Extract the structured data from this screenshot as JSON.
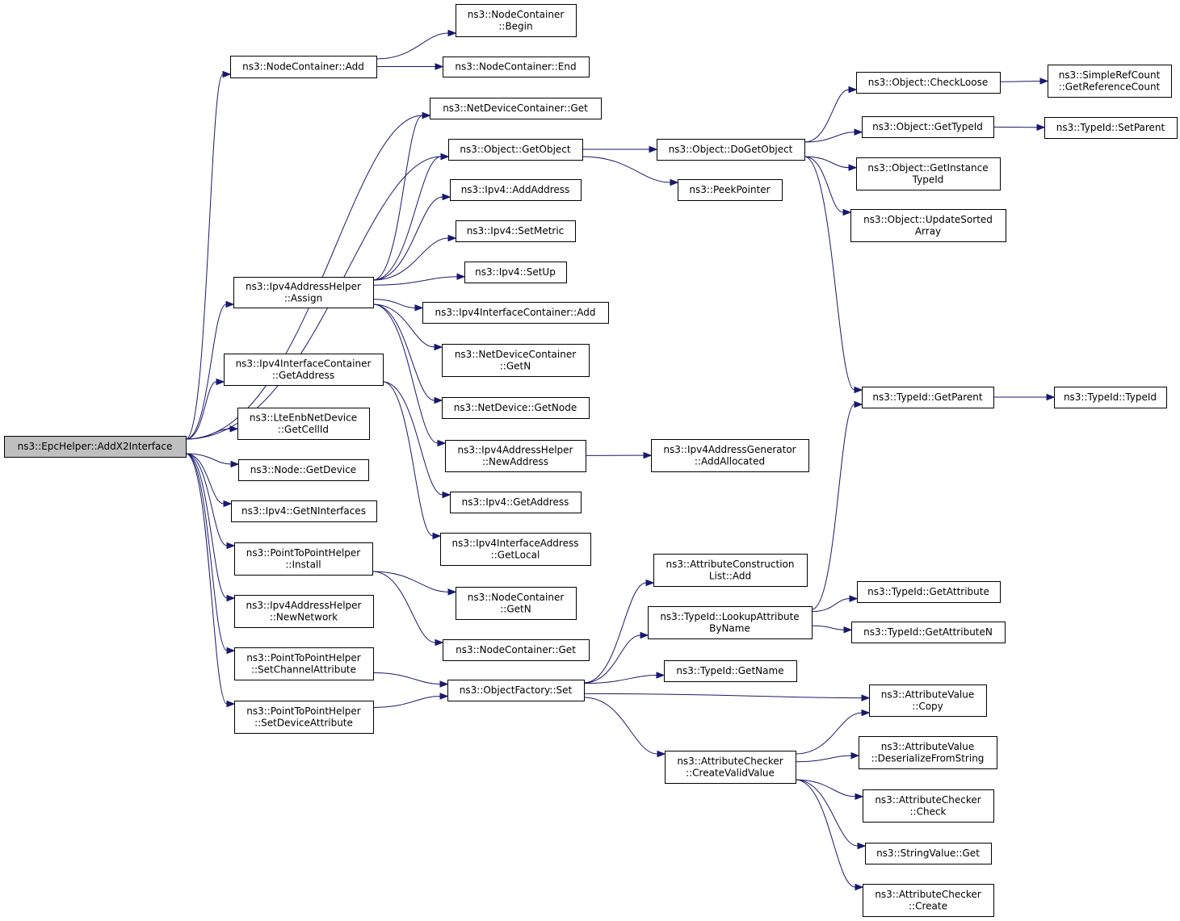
{
  "colors": {
    "edge": "#191970",
    "root_fill": "#bfbfbf",
    "node_fill": "#ffffff",
    "node_border": "#000000"
  },
  "nodes": {
    "root": [
      "ns3::EpcHelper::AddX2Interface"
    ],
    "nc_add": [
      "ns3::NodeContainer::Add"
    ],
    "nc_begin": [
      "ns3::NodeContainer",
      "::Begin"
    ],
    "nc_end": [
      "ns3::NodeContainer::End"
    ],
    "ndc_get": [
      "ns3::NetDeviceContainer::Get"
    ],
    "obj_getobject": [
      "ns3::Object::GetObject"
    ],
    "ipv4_addaddress": [
      "ns3::Ipv4::AddAddress"
    ],
    "ipv4_setmetric": [
      "ns3::Ipv4::SetMetric"
    ],
    "ipv4_setup": [
      "ns3::Ipv4::SetUp"
    ],
    "ipv4ah_assign": [
      "ns3::Ipv4AddressHelper",
      "::Assign"
    ],
    "ipv4ic_add": [
      "ns3::Ipv4InterfaceContainer::Add"
    ],
    "ndc_getn": [
      "ns3::NetDeviceContainer",
      "::GetN"
    ],
    "nd_getnode": [
      "ns3::NetDevice::GetNode"
    ],
    "ipv4ic_getaddress": [
      "ns3::Ipv4InterfaceContainer",
      "::GetAddress"
    ],
    "lte_getcellid": [
      "ns3::LteEnbNetDevice",
      "::GetCellId"
    ],
    "ipv4ah_newaddress": [
      "ns3::Ipv4AddressHelper",
      "::NewAddress"
    ],
    "ipv4ag_addallocated": [
      "ns3::Ipv4AddressGenerator",
      "::AddAllocated"
    ],
    "node_getdevice": [
      "ns3::Node::GetDevice"
    ],
    "ipv4_getninterfaces": [
      "ns3::Ipv4::GetNInterfaces"
    ],
    "ipv4_getaddress": [
      "ns3::Ipv4::GetAddress"
    ],
    "p2p_install": [
      "ns3::PointToPointHelper",
      "::Install"
    ],
    "ipv4ia_getlocal": [
      "ns3::Ipv4InterfaceAddress",
      "::GetLocal"
    ],
    "ipv4ah_newnetwork": [
      "ns3::Ipv4AddressHelper",
      "::NewNetwork"
    ],
    "nc_getn": [
      "ns3::NodeContainer",
      "::GetN"
    ],
    "nc_get": [
      "ns3::NodeContainer::Get"
    ],
    "p2p_setchannelattr": [
      "ns3::PointToPointHelper",
      "::SetChannelAttribute"
    ],
    "of_set": [
      "ns3::ObjectFactory::Set"
    ],
    "p2p_setdeviceattr": [
      "ns3::PointToPointHelper",
      "::SetDeviceAttribute"
    ],
    "obj_dogetobject": [
      "ns3::Object::DoGetObject"
    ],
    "peekpointer": [
      "ns3::PeekPointer"
    ],
    "acl_add": [
      "ns3::AttributeConstruction",
      "List::Add"
    ],
    "tid_lookupattr": [
      "ns3::TypeId::LookupAttribute",
      "ByName"
    ],
    "tid_getname": [
      "ns3::TypeId::GetName"
    ],
    "ac_createvalid": [
      "ns3::AttributeChecker",
      "::CreateValidValue"
    ],
    "obj_checkloose": [
      "ns3::Object::CheckLoose"
    ],
    "obj_gettypeid": [
      "ns3::Object::GetTypeId"
    ],
    "obj_getinstancetypeid": [
      "ns3::Object::GetInstance",
      "TypeId"
    ],
    "obj_updatesorted": [
      "ns3::Object::UpdateSorted",
      "Array"
    ],
    "tid_getparent": [
      "ns3::TypeId::GetParent"
    ],
    "tid_getattribute": [
      "ns3::TypeId::GetAttribute"
    ],
    "tid_getattributen": [
      "ns3::TypeId::GetAttributeN"
    ],
    "av_copy": [
      "ns3::AttributeValue",
      "::Copy"
    ],
    "av_deserialize": [
      "ns3::AttributeValue",
      "::DeserializeFromString"
    ],
    "ac_check": [
      "ns3::AttributeChecker",
      "::Check"
    ],
    "sv_get": [
      "ns3::StringValue::Get"
    ],
    "ac_create": [
      "ns3::AttributeChecker",
      "::Create"
    ],
    "src_getrefcount": [
      "ns3::SimpleRefCount",
      "::GetReferenceCount"
    ],
    "tid_setparent": [
      "ns3::TypeId::SetParent"
    ],
    "tid_typeid": [
      "ns3::TypeId::TypeId"
    ]
  },
  "edges": [
    [
      "root",
      "nc_add"
    ],
    [
      "root",
      "ndc_get"
    ],
    [
      "root",
      "obj_getobject"
    ],
    [
      "root",
      "ipv4ah_assign"
    ],
    [
      "root",
      "ipv4ic_getaddress"
    ],
    [
      "root",
      "lte_getcellid"
    ],
    [
      "root",
      "node_getdevice"
    ],
    [
      "root",
      "ipv4_getninterfaces"
    ],
    [
      "root",
      "p2p_install"
    ],
    [
      "root",
      "ipv4ah_newnetwork"
    ],
    [
      "root",
      "p2p_setchannelattr"
    ],
    [
      "root",
      "p2p_setdeviceattr"
    ],
    [
      "nc_add",
      "nc_begin"
    ],
    [
      "nc_add",
      "nc_end"
    ],
    [
      "ipv4ah_assign",
      "ndc_get"
    ],
    [
      "ipv4ah_assign",
      "obj_getobject"
    ],
    [
      "ipv4ah_assign",
      "ipv4_addaddress"
    ],
    [
      "ipv4ah_assign",
      "ipv4_setmetric"
    ],
    [
      "ipv4ah_assign",
      "ipv4_setup"
    ],
    [
      "ipv4ah_assign",
      "ipv4ic_add"
    ],
    [
      "ipv4ah_assign",
      "ndc_getn"
    ],
    [
      "ipv4ah_assign",
      "nd_getnode"
    ],
    [
      "ipv4ah_assign",
      "ipv4ah_newaddress"
    ],
    [
      "ipv4ic_getaddress",
      "ipv4_getaddress"
    ],
    [
      "ipv4ic_getaddress",
      "ipv4ia_getlocal"
    ],
    [
      "ipv4ah_newaddress",
      "ipv4ag_addallocated"
    ],
    [
      "p2p_install",
      "nc_getn"
    ],
    [
      "p2p_install",
      "nc_get"
    ],
    [
      "p2p_setchannelattr",
      "of_set"
    ],
    [
      "p2p_setdeviceattr",
      "of_set"
    ],
    [
      "obj_getobject",
      "obj_dogetobject"
    ],
    [
      "obj_getobject",
      "peekpointer"
    ],
    [
      "obj_dogetobject",
      "obj_checkloose"
    ],
    [
      "obj_dogetobject",
      "obj_gettypeid"
    ],
    [
      "obj_dogetobject",
      "obj_getinstancetypeid"
    ],
    [
      "obj_dogetobject",
      "obj_updatesorted"
    ],
    [
      "obj_dogetobject",
      "tid_getparent"
    ],
    [
      "obj_checkloose",
      "src_getrefcount"
    ],
    [
      "obj_gettypeid",
      "tid_setparent"
    ],
    [
      "tid_getparent",
      "tid_typeid"
    ],
    [
      "of_set",
      "acl_add"
    ],
    [
      "of_set",
      "tid_lookupattr"
    ],
    [
      "of_set",
      "tid_getname"
    ],
    [
      "of_set",
      "av_copy"
    ],
    [
      "of_set",
      "ac_createvalid"
    ],
    [
      "tid_lookupattr",
      "tid_getparent"
    ],
    [
      "tid_lookupattr",
      "tid_getattribute"
    ],
    [
      "tid_lookupattr",
      "tid_getattributen"
    ],
    [
      "ac_createvalid",
      "av_copy"
    ],
    [
      "ac_createvalid",
      "av_deserialize"
    ],
    [
      "ac_createvalid",
      "ac_check"
    ],
    [
      "ac_createvalid",
      "sv_get"
    ],
    [
      "ac_createvalid",
      "ac_create"
    ]
  ]
}
